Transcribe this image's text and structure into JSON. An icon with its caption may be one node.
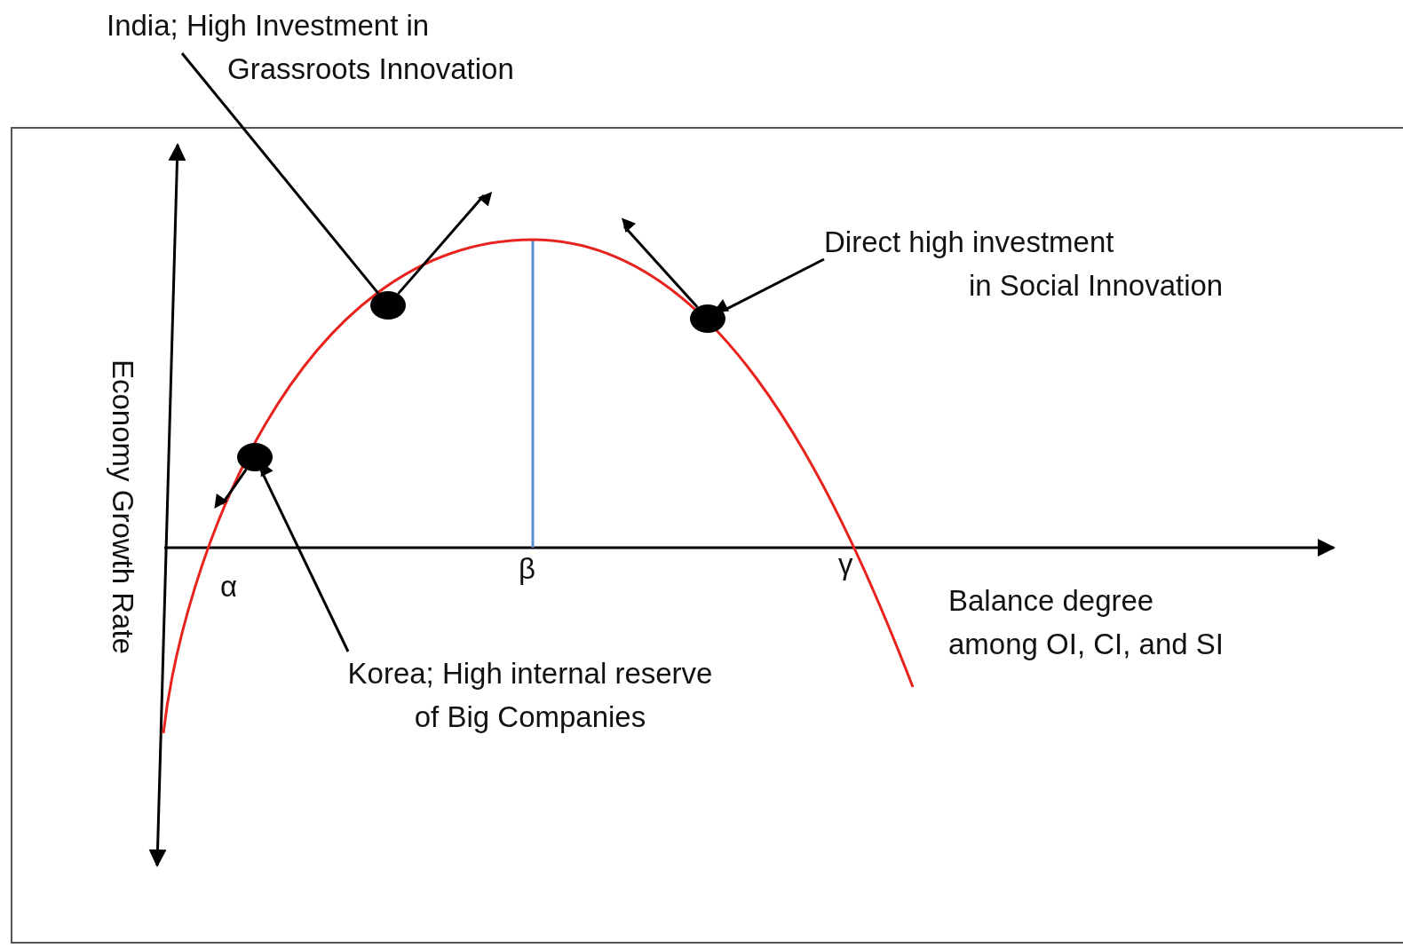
{
  "diagram": {
    "nodes": [
      {
        "text": [
          "India; High Investment in Grassroots Innovation"
        ]
      },
      {
        "text": [],
        "shape": "circle"
      },
      {
        "text": [
          "Direct high investment in Social Innovation"
        ]
      },
      {
        "text": [],
        "shape": "circle"
      },
      {
        "text": [],
        "shape": "circle"
      },
      {
        "text": [
          "Korea; High internal reserve of Big Companies"
        ]
      }
    ],
    "edges": [
      {
        "from": 0,
        "to": 1,
        "arrow": "none"
      },
      {
        "from": 1,
        "to": null,
        "arrow": "to"
      },
      {
        "from": 2,
        "to": 3,
        "arrow": "to"
      },
      {
        "from": 3,
        "to": null,
        "arrow": "to"
      },
      {
        "from": 4,
        "to": null,
        "arrow": "to"
      },
      {
        "from": 5,
        "to": 4,
        "arrow": "to"
      }
    ],
    "labels": [
      "Economy Growth Rate",
      "α",
      "β",
      "γ",
      "Balance degree among OI, CI, and SI"
    ]
  }
}
